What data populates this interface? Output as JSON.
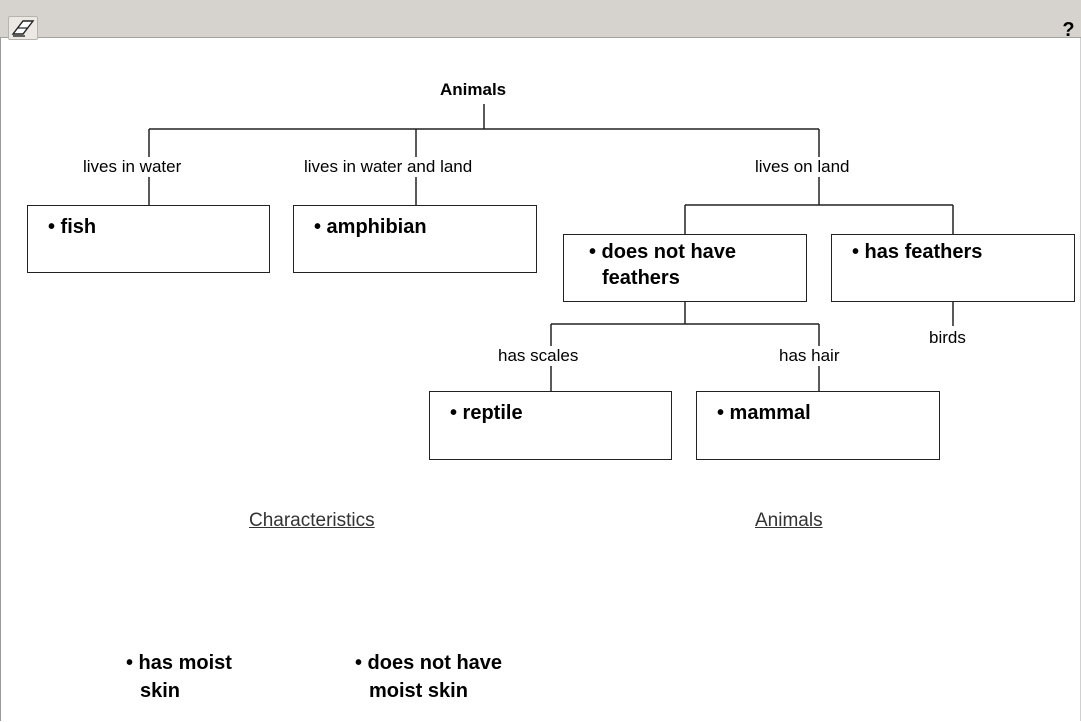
{
  "toolbar": {
    "eraser_icon": "eraser-icon",
    "help_label": "?"
  },
  "diagram": {
    "root": "Animals",
    "labels": {
      "lives_in_water": "lives in water",
      "lives_in_water_and_land": "lives in water and land",
      "lives_on_land": "lives on land",
      "has_scales": "has scales",
      "has_hair": "has hair",
      "birds": "birds"
    },
    "boxes": {
      "fish": "• fish",
      "amphibian": "• amphibian",
      "no_feathers_line1": "• does not have",
      "no_feathers_line2": "feathers",
      "has_feathers": "• has feathers",
      "reptile": "• reptile",
      "mammal": "• mammal"
    }
  },
  "bank": {
    "characteristics_heading": "Characteristics",
    "animals_heading": "Animals",
    "chips": [
      {
        "line1": "• has moist",
        "line2": "skin"
      },
      {
        "line1": "• does not have",
        "line2": "moist skin"
      }
    ]
  }
}
